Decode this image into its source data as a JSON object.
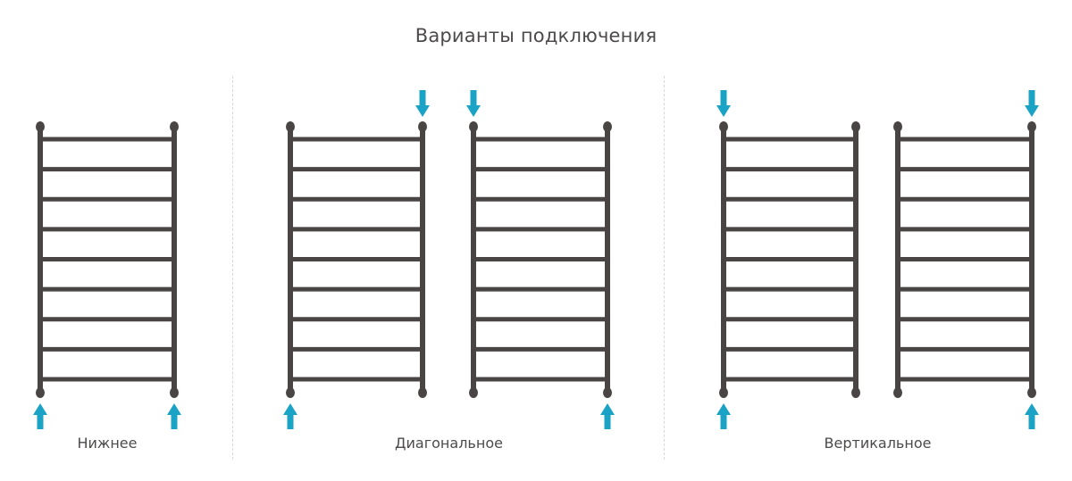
{
  "title": "Варианты подключения",
  "colors": {
    "rail": "#4a4545",
    "arrow": "#1ba3c6",
    "divider": "#d8d8d8",
    "text": "#4d4a4a"
  },
  "groups": [
    {
      "label": "Нижнее",
      "heaters": [
        {
          "inlets": [
            "bottom-left",
            "bottom-right"
          ]
        }
      ]
    },
    {
      "label": "Диагональное",
      "heaters": [
        {
          "inlets": [
            "top-right",
            "bottom-left"
          ]
        },
        {
          "inlets": [
            "top-left",
            "bottom-right"
          ]
        }
      ]
    },
    {
      "label": "Вертикальное",
      "heaters": [
        {
          "inlets": [
            "top-left",
            "bottom-left"
          ]
        },
        {
          "inlets": [
            "top-right",
            "bottom-right"
          ]
        }
      ]
    }
  ],
  "heater_geometry": {
    "bar_count": 9
  }
}
